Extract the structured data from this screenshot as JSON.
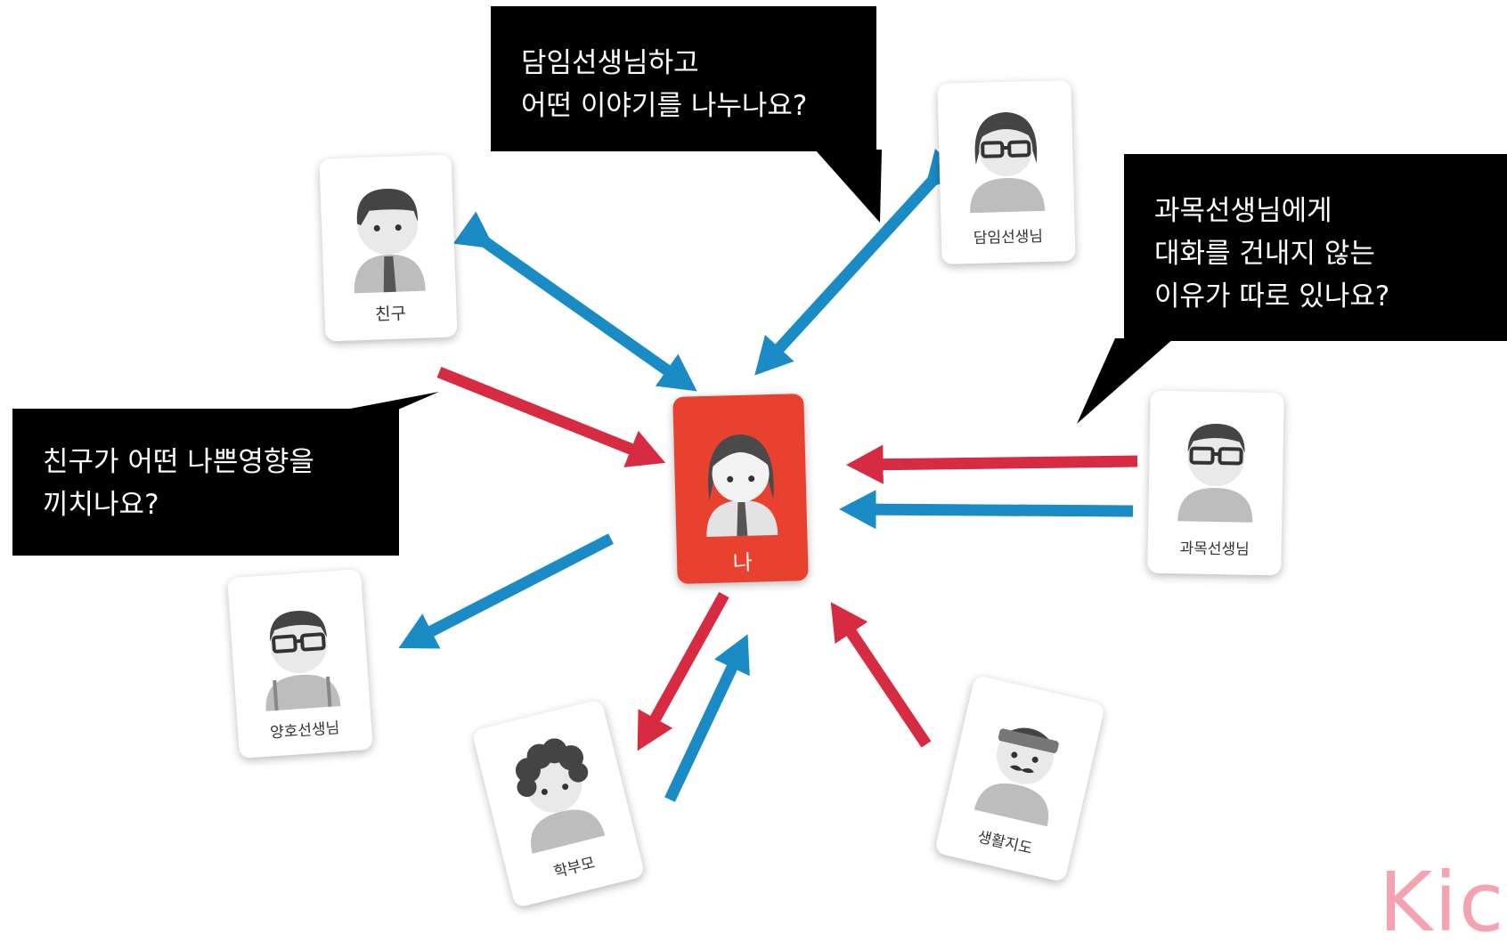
{
  "bubbles": {
    "homeroom_question": [
      "담임선생님하고",
      "어떤 이야기를 나누나요?"
    ],
    "subject_question": [
      "과목선생님에게",
      "대화를 건내지 않는",
      "이유가 따로 있나요?"
    ],
    "friend_question": [
      "친구가 어떤 나쁜영향을",
      "끼치나요?"
    ]
  },
  "cards": {
    "friend": "친구",
    "homeroom_teacher": "담임선생님",
    "me": "나",
    "subject_teacher": "과목선생님",
    "health_teacher": "양호선생님",
    "parent": "학부모",
    "discipline": "생활지도"
  },
  "colors": {
    "inbound_arrow": "#d62b40",
    "outbound_arrow": "#1a8bc4",
    "me_card": "#e8412f"
  },
  "watermark": "Kic"
}
